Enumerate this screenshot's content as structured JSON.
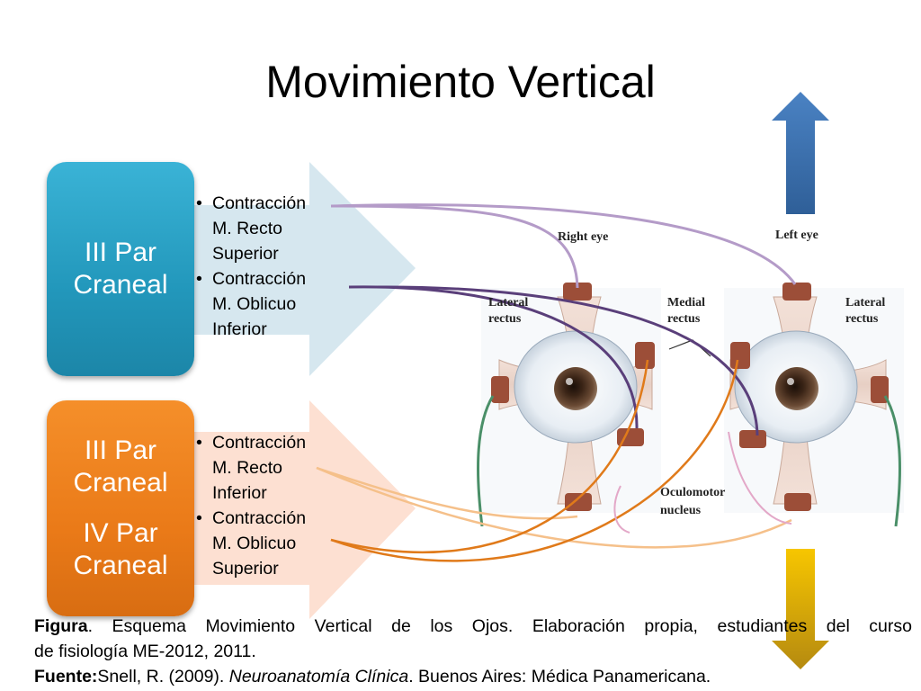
{
  "title": "Movimiento Vertical",
  "top_group": {
    "box_lines": [
      "III Par",
      "Craneal"
    ],
    "bullets": [
      [
        "Contracción",
        "M. Recto",
        "Superior"
      ],
      [
        "Contracción",
        "M. Oblicuo",
        "Inferior"
      ]
    ]
  },
  "bottom_group": {
    "box_lines_1": [
      "III Par",
      "Craneal"
    ],
    "box_lines_2": [
      "IV Par",
      "Craneal"
    ],
    "bullets": [
      [
        "Contracción",
        "M. Recto",
        "Inferior"
      ],
      [
        "Contracción",
        "M. Oblicuo",
        "Superior"
      ]
    ]
  },
  "figure_labels": {
    "right_eye": "Right eye",
    "left_eye": "Left eye",
    "lateral_rectus_1": [
      "Lateral",
      "rectus"
    ],
    "medial_rectus": [
      "Medial",
      "rectus"
    ],
    "lateral_rectus_2": [
      "Lateral",
      "rectus"
    ],
    "oculomotor_nucleus": [
      "Oculomotor",
      "nucleus"
    ]
  },
  "caption": {
    "line1_bold": "Figura",
    "line1_text": ". Esquema Movimiento Vertical de los Ojos. Elaboración propia, estudiantes del curso",
    "line2_text": "de fisiología ME-2012, 2011.",
    "source_bold": "Fuente:",
    "source_text_1": "Snell, R. (2009). ",
    "source_italic": "Neuroanatomía Clínica",
    "source_text_2": ". Buenos Aires: Médica Panamericana."
  },
  "colors": {
    "top_box": "#2aa4c9",
    "bottom_box": "#ee7f1e",
    "top_chevron": "#d6e7ef",
    "bottom_chevron": "#fde0d2",
    "up_arrow": "#3e74b4",
    "down_arrow": "#e8b400",
    "line_light_purple": "#b49bc8",
    "line_dark_purple": "#5a3f7a",
    "line_orange": "#e07a1a",
    "line_peach": "#f5c08a"
  }
}
